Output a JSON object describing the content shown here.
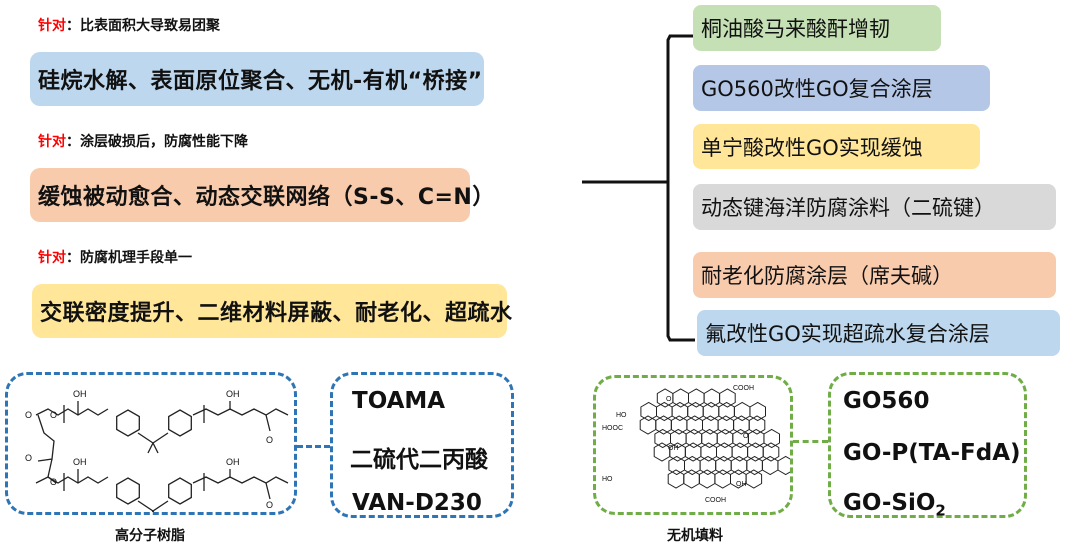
{
  "left": {
    "items": [
      {
        "target_label": "针对",
        "target_sep": "：",
        "target_text": "比表面积大导致易团聚",
        "solution": "硅烷水解、表面原位聚合、无机-有机“桥接”",
        "color": "#bdd7ee"
      },
      {
        "target_label": "针对",
        "target_sep": "：",
        "target_text": "涂层破损后，防腐性能下降",
        "solution": "缓蚀被动愈合、动态交联网络（S-S、C=N）",
        "color": "#f8cbad"
      },
      {
        "target_label": "针对",
        "target_sep": "：",
        "target_text": "防腐机理手段单一",
        "solution": "交联密度提升、二维材料屏蔽、耐老化、超疏水",
        "color": "#ffe699"
      }
    ]
  },
  "right": {
    "items": [
      {
        "text": "桐油酸马来酸酐增韧",
        "color": "#c5e0b4"
      },
      {
        "text": "GO560改性GO复合涂层",
        "color": "#b4c7e7"
      },
      {
        "text": "单宁酸改性GO实现缓蚀",
        "color": "#ffe699"
      },
      {
        "text": "动态键海洋防腐涂料（二硫键）",
        "color": "#d9d9d9"
      },
      {
        "text": "耐老化防腐涂层（席夫碱）",
        "color": "#f8cbad"
      },
      {
        "text": "氟改性GO实现超疏水复合涂层",
        "color": "#bdd7ee"
      }
    ]
  },
  "resin": {
    "caption": "高分子树脂",
    "materials": [
      "TOAMA",
      "二硫代二丙酸",
      "VAN-D230"
    ],
    "color": "#2e75b6",
    "labels": {
      "oh": "OH",
      "o": "O"
    }
  },
  "filler": {
    "caption": "无机填料",
    "materials": [
      "GO560",
      "GO-P(TA-FdA)"
    ],
    "sio2_prefix": "GO-SiO",
    "sio2_sub": "2",
    "color": "#70ad47",
    "labels": {
      "cooh": "COOH",
      "hooc": "HOOC",
      "oh": "OH",
      "ho": "HO",
      "o": "O"
    }
  }
}
